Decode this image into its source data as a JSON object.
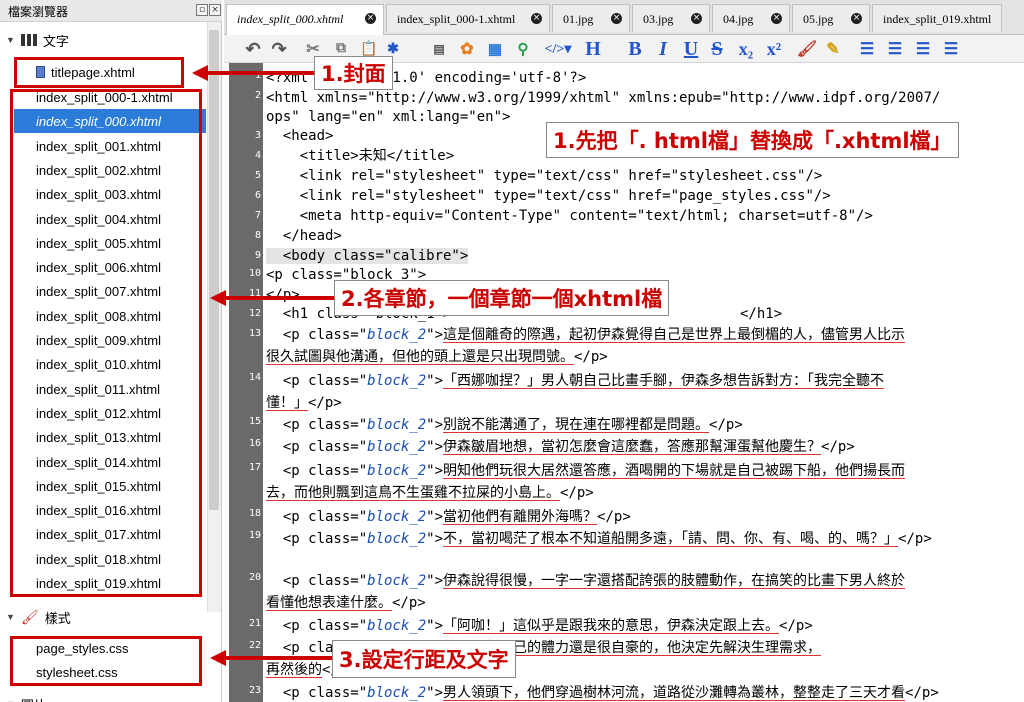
{
  "browser": {
    "title": "檔案瀏覽器",
    "groups": {
      "text": "文字",
      "styles": "樣式",
      "images": "圖片"
    },
    "cover": "titlepage.xhtml",
    "files": [
      "index_split_000-1.xhtml",
      "index_split_000.xhtml",
      "index_split_001.xhtml",
      "index_split_002.xhtml",
      "index_split_003.xhtml",
      "index_split_004.xhtml",
      "index_split_005.xhtml",
      "index_split_006.xhtml",
      "index_split_007.xhtml",
      "index_split_008.xhtml",
      "index_split_009.xhtml",
      "index_split_010.xhtml",
      "index_split_011.xhtml",
      "index_split_012.xhtml",
      "index_split_013.xhtml",
      "index_split_014.xhtml",
      "index_split_015.xhtml",
      "index_split_016.xhtml",
      "index_split_017.xhtml",
      "index_split_018.xhtml",
      "index_split_019.xhtml"
    ],
    "selected_index": 1,
    "styles": [
      "page_styles.css",
      "stylesheet.css"
    ]
  },
  "tabs": [
    "index_split_000.xhtml",
    "index_split_000-1.xhtml",
    "01.jpg",
    "03.jpg",
    "04.jpg",
    "05.jpg",
    "index_split_019.xhtml"
  ],
  "toolbar": {
    "heading": "H",
    "bold": "B",
    "italic": "I",
    "underline": "U",
    "strike": "S",
    "sub": "x₂",
    "sup": "x²"
  },
  "editor": {
    "line_numbers": [
      "1",
      "2",
      "3",
      "4",
      "5",
      "6",
      "7",
      "8",
      "9",
      "10",
      "11",
      "12",
      "13",
      "14",
      "15",
      "16",
      "17",
      "18",
      "19",
      "20",
      "21",
      "22",
      "23"
    ],
    "l1": "<?xml version='1.0' encoding='utf-8'?>",
    "l2a": "<html xmlns=\"http://www.w3.org/1999/xhtml\" xmlns:epub=\"http://www.idpf.org/2007/",
    "l2b": "ops\" lang=\"en\" xml:lang=\"en\">",
    "l3": "  <head>",
    "l4": "    <title>未知</title>",
    "l5": "    <link rel=\"stylesheet\" type=\"text/css\" href=\"stylesheet.css\"/>",
    "l6": "    <link rel=\"stylesheet\" type=\"text/css\" href=\"page_styles.css\"/>",
    "l7": "    <meta http-equiv=\"Content-Type\" content=\"text/html; charset=utf-8\"/>",
    "l8": "  </head>",
    "l9": "  <body class=\"calibre\">",
    "l10": "<p class=\"block_3\">",
    "l11": "</p>",
    "l12": "  <h1 class=\"block_1\">",
    "l12end": "</h1>",
    "paras": [
      {
        "n": "13",
        "a": "這是個離奇的際遇，起初伊森覺得自己是世界上最倒楣的人，儘管男人比示",
        "b": "很久試圖與他溝通，但他的頭上還是只出現問號。"
      },
      {
        "n": "14",
        "a": "「西娜咖捏？」男人朝自己比畫手腳，伊森多想告訴對方：「我完全聽不",
        "b": "懂！」"
      },
      {
        "n": "15",
        "a": "別說不能溝通了，現在連在哪裡都是問題。",
        "b": ""
      },
      {
        "n": "16",
        "a": "伊森皺眉地想，當初怎麼會這麼蠢，答應那幫渾蛋幫他慶生？",
        "b": ""
      },
      {
        "n": "17",
        "a": "明知他們玩很大居然還答應，酒喝開的下場就是自己被踢下船，他們揚長而",
        "b": "去，而他則飄到這鳥不生蛋雞不拉屎的小島上。"
      },
      {
        "n": "18",
        "a": "當初他們有離開外海嗎？",
        "b": ""
      },
      {
        "n": "19",
        "a": "不，當初喝茫了根本不知道船開多遠，「請、問、你、有、喝、的、嗎？」",
        "b": ""
      },
      {
        "n": "20",
        "a": "伊森說得很慢，一字一字還搭配誇張的肢體動作，在搞笑的比畫下男人終於",
        "b": "看懂他想表達什麼。"
      },
      {
        "n": "21",
        "a": "「阿咖！」這似乎是跟我來的意思，伊森決定跟上去。",
        "b": ""
      },
      {
        "n": "22",
        "a": "的伊森對自己的體力還是很自豪的，他決定先解決生理需求，",
        "b": "再然後的"
      },
      {
        "n": "23",
        "a": "男人領頭下，他們穿過樹林河流，道路從沙灘轉為叢林，整整走了三天才看",
        "b": ""
      }
    ]
  },
  "annotations": {
    "cover": "1.封面",
    "replace": "1.先把「. html檔」替換成「.xhtml檔」",
    "chapters": "2.各章節，一個章節一個xhtml檔",
    "spacing": "3.設定行距及文字"
  }
}
